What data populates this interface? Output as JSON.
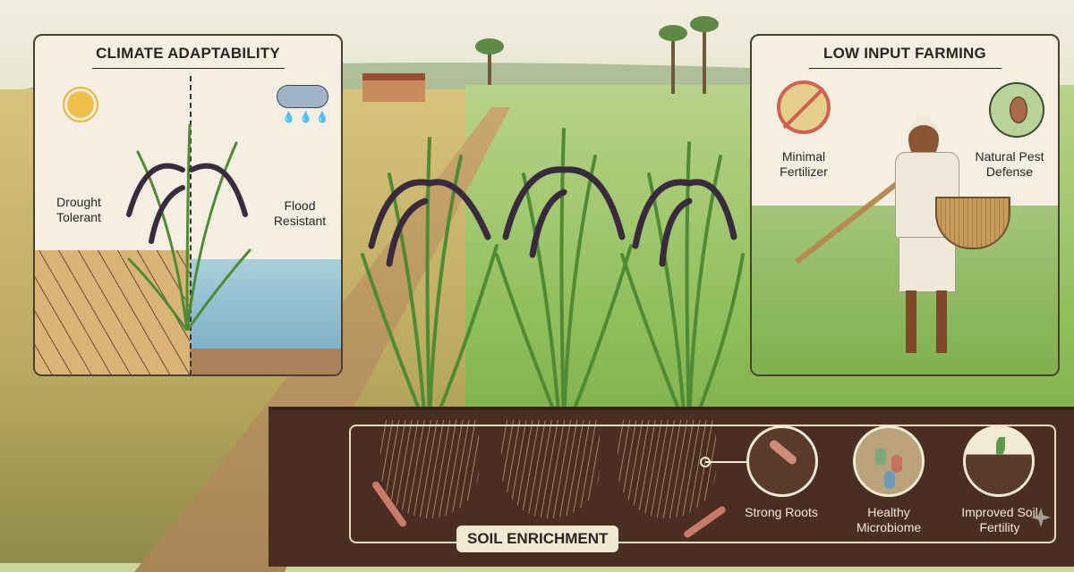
{
  "climate_panel": {
    "title": "CLIMATE ADAPTABILITY",
    "left_label": "Drought Tolerant",
    "right_label": "Flood Resistant",
    "icons": [
      "sun-icon",
      "rain-cloud-icon"
    ]
  },
  "low_input_panel": {
    "title": "LOW INPUT FARMING",
    "left_label": "Minimal Fertilizer",
    "right_label": "Natural Pest Defense",
    "icons": [
      "no-fertilizer-icon",
      "beetle-icon"
    ]
  },
  "soil_panel": {
    "title": "SOIL ENRICHMENT",
    "items": [
      {
        "label": "Strong Roots",
        "icon": "earthworm-icon"
      },
      {
        "label": "Healthy Microbiome",
        "icon": "microbes-icon"
      },
      {
        "label": "Improved Soil Fertility",
        "icon": "sprout-icon"
      }
    ]
  },
  "colors": {
    "panel_bg": "#f4efe2",
    "soil": "#4a2e22",
    "grass": "#8fbe5a",
    "grain": "#3a2a3e",
    "text_dark": "#2b2520",
    "text_light": "#f1e9d2"
  }
}
